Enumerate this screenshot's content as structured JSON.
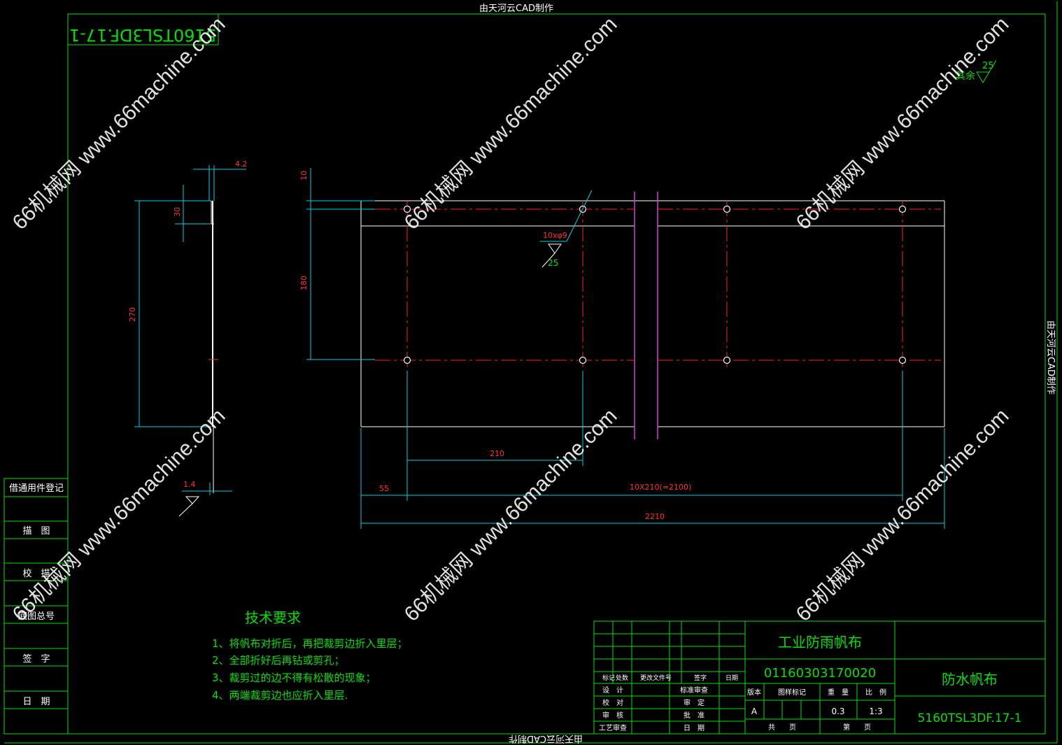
{
  "frame": {
    "top_label": "由天河云CAD制作",
    "side_label": "由天河云CAD制作",
    "bottom_label": "由天河云CAD制作",
    "corner_code": "5160TSL3DF.17-1"
  },
  "watermark": "66机械网 www.66machine.com",
  "surface_symbol": {
    "label": "其余",
    "value": "25"
  },
  "side_view": {
    "dim_top": "4.2",
    "dim_fold": "30",
    "dim_height": "270",
    "dim_thickness": "1.4"
  },
  "front_view": {
    "dim_top": "10",
    "dim_spacing": "180",
    "hole_callout": "10xφ9",
    "hole_roughness": "25",
    "dim_pitch": "210",
    "dim_edge": "55",
    "dim_pattern": "10X210(=2100)",
    "dim_total": "2210"
  },
  "tech_requirements": {
    "title": "技术要求",
    "items": [
      "1、将帆布对折后，再把裁剪边折入里层；",
      "2、全部折好后再钻或剪孔；",
      "3、裁剪过的边不得有松散的现象；",
      "4、两端裁剪边也应折入里层."
    ]
  },
  "left_strip": [
    "借通用件登记",
    "描　图",
    "校　描",
    "底图总号",
    "签　字",
    "日　期"
  ],
  "title_block": {
    "part_name": "工业防雨帆布",
    "part_number": "01160303170020",
    "material": "防水帆布",
    "drawing_code": "5160TSL3DF.17-1",
    "header_labels": [
      "标记",
      "处数",
      "更改文件号",
      "签字",
      "日期"
    ],
    "sign_rows": [
      [
        "设　计",
        "标准审查"
      ],
      [
        "校　对",
        "审　定"
      ],
      [
        "审　核",
        "批　准"
      ],
      [
        "工艺审查",
        "日　期"
      ]
    ],
    "info_headers": [
      "版本",
      "图样标记",
      "重　量",
      "比　例"
    ],
    "version": "A",
    "weight": "0.3",
    "scale": "1:3",
    "total_label": "共　　页",
    "sheet_label": "第　　页"
  }
}
